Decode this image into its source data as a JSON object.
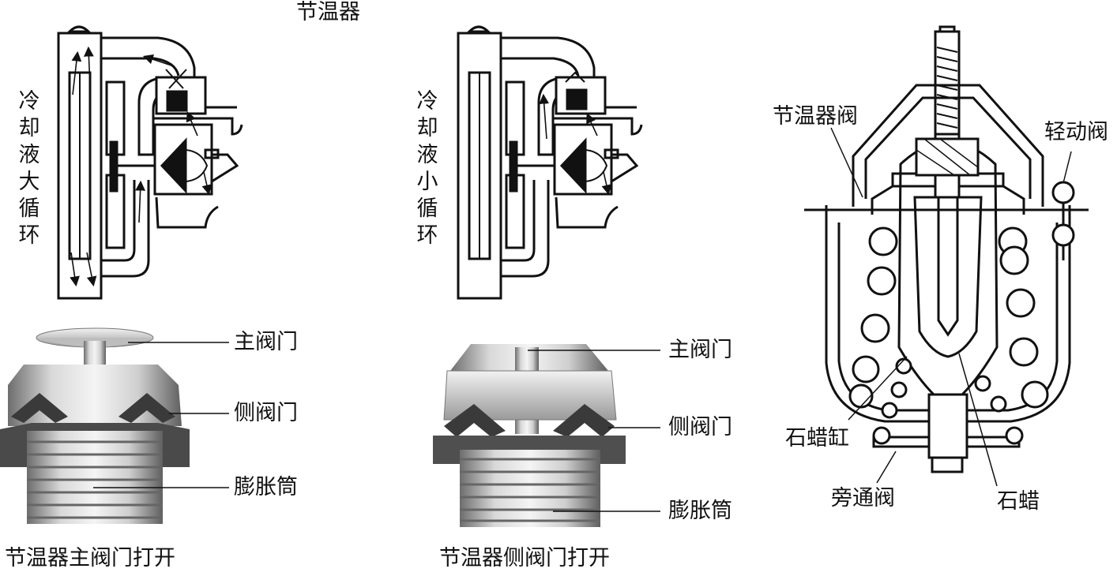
{
  "title": "节温器",
  "left_diagram": {
    "vertical_label": "冷却液大循环"
  },
  "middle_diagram": {
    "vertical_label": "冷却液小循环"
  },
  "photo_left": {
    "labels": {
      "main_valve": "主阀门",
      "side_valve": "侧阀门",
      "bellows": "膨胀筒"
    },
    "caption": "节温器主阀门打开"
  },
  "photo_middle": {
    "labels": {
      "main_valve": "主阀门",
      "side_valve": "侧阀门",
      "bellows": "膨胀筒"
    },
    "caption": "节温器侧阀门打开"
  },
  "cutaway": {
    "labels": {
      "thermostat_valve": "节温器阀",
      "light_valve": "轻动阀",
      "wax_cylinder": "石蜡缸",
      "bypass_valve": "旁通阀",
      "wax": "石蜡"
    }
  }
}
